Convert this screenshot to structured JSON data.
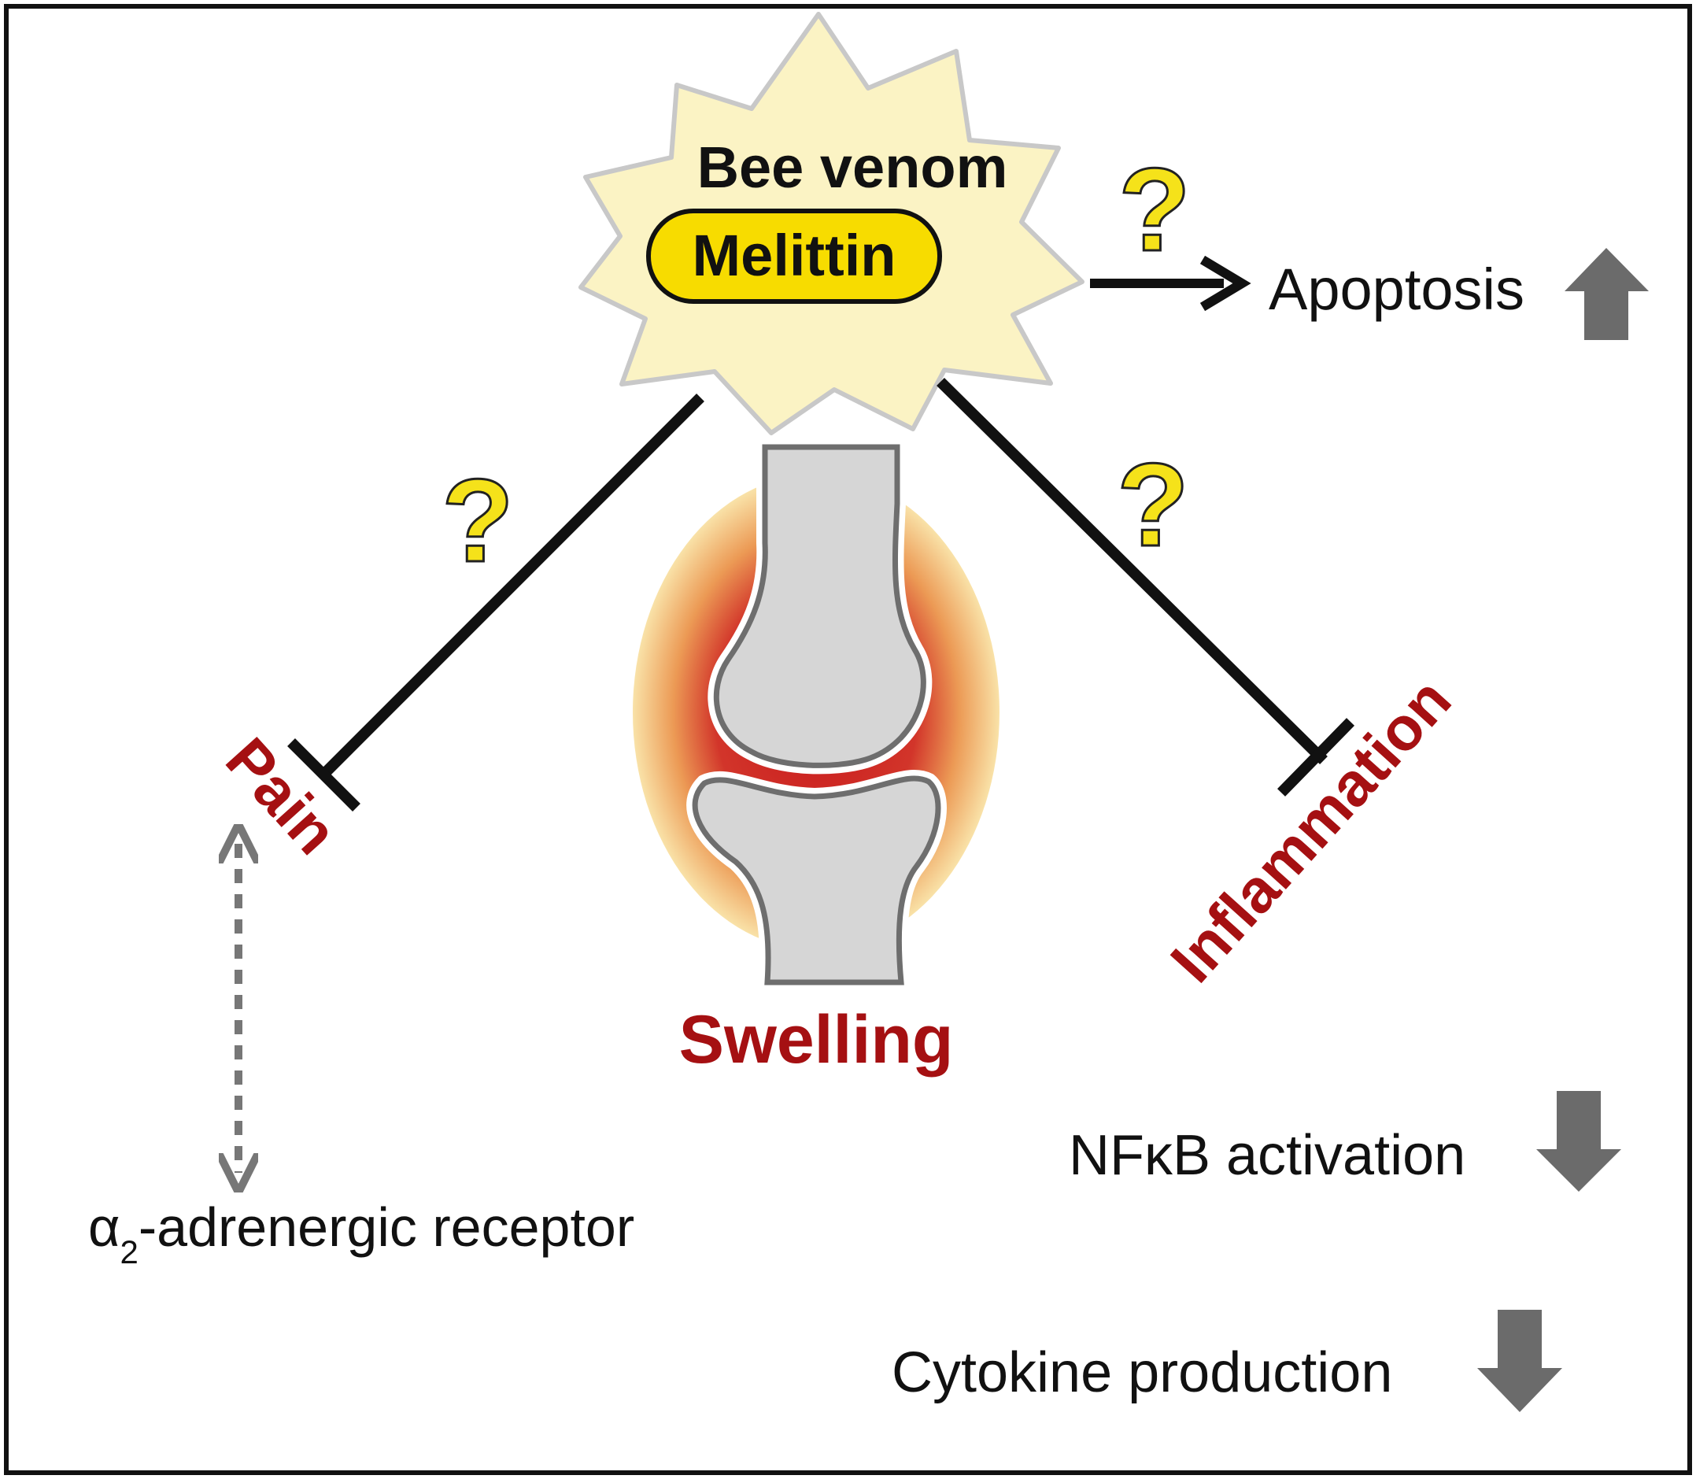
{
  "source": {
    "label": "Bee venom",
    "compound": "Melittin"
  },
  "effects": {
    "question_mark": "?",
    "pain": "Pain",
    "inflammation": "Inflammation",
    "swelling": "Swelling",
    "apoptosis": "Apoptosis",
    "receptor_prefix": "α",
    "receptor_subscript": "2",
    "receptor_suffix": "-adrenergic receptor",
    "nfkb": "NFκB activation",
    "cytokine": "Cytokine production"
  },
  "colors": {
    "border": "#111111",
    "burst_fill": "#fbf3c4",
    "burst_stroke": "#c8c8c8",
    "pill_fill": "#f7dc00",
    "question_fill": "#f5e21a",
    "red_label": "#a51012",
    "gray_arrow": "#6b6b6b",
    "bone_fill": "#d6d6d6",
    "bone_stroke": "#6e6e6e"
  },
  "icons": {
    "up": "arrow-up-icon",
    "down": "arrow-down-icon"
  }
}
